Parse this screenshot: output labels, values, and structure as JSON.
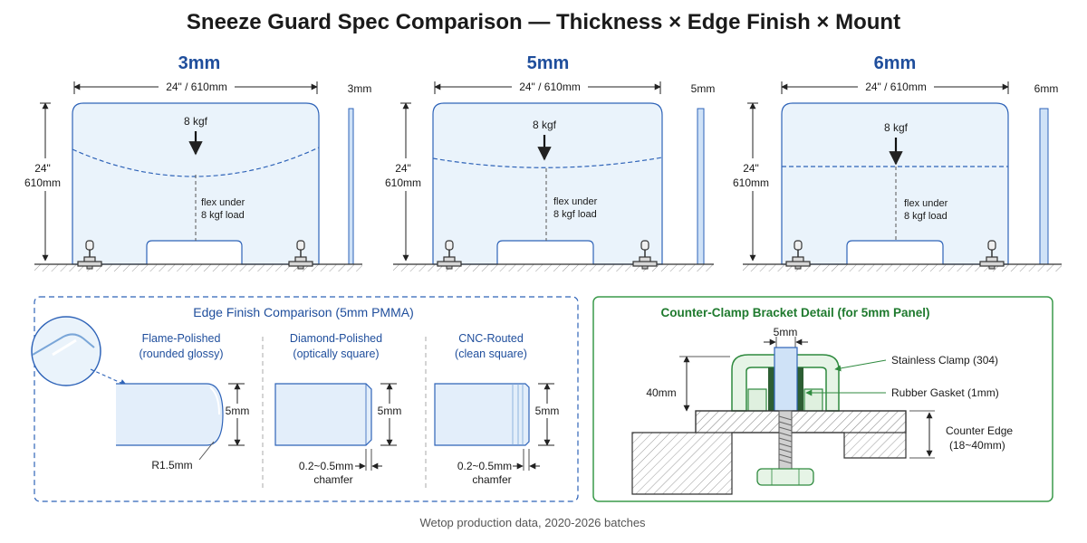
{
  "title": "Sneeze Guard Spec Comparison — Thickness × Edge Finish × Mount",
  "panels": [
    {
      "thickness": "3mm",
      "width_label": "24\" / 610mm",
      "height_label_1": "24\"",
      "height_label_2": "610mm",
      "side_label": "3mm",
      "load_label": "8 kgf",
      "flex_label_1": "flex under",
      "flex_label_2": "8 kgf load"
    },
    {
      "thickness": "5mm",
      "width_label": "24\" / 610mm",
      "height_label_1": "24\"",
      "height_label_2": "610mm",
      "side_label": "5mm",
      "load_label": "8 kgf",
      "flex_label_1": "flex under",
      "flex_label_2": "8 kgf load"
    },
    {
      "thickness": "6mm",
      "width_label": "24\" / 610mm",
      "height_label_1": "24\"",
      "height_label_2": "610mm",
      "side_label": "6mm",
      "load_label": "8 kgf",
      "flex_label_1": "flex under",
      "flex_label_2": "8 kgf load"
    }
  ],
  "edge_section": {
    "title": "Edge Finish Comparison (5mm PMMA)",
    "items": [
      {
        "name": "Flame-Polished",
        "desc": "(rounded glossy)",
        "dim": "5mm",
        "note_1": "R1.5mm",
        "note_2": ""
      },
      {
        "name": "Diamond-Polished",
        "desc": "(optically square)",
        "dim": "5mm",
        "note_1": "0.2~0.5mm",
        "note_2": "chamfer"
      },
      {
        "name": "CNC-Routed",
        "desc": "(clean square)",
        "dim": "5mm",
        "note_1": "0.2~0.5mm",
        "note_2": "chamfer"
      }
    ]
  },
  "clamp_section": {
    "title": "Counter-Clamp Bracket Detail (for 5mm Panel)",
    "panel_dim": "5mm",
    "height_dim": "40mm",
    "clamp_label": "Stainless Clamp (304)",
    "gasket_label": "Rubber Gasket (1mm)",
    "counter_label_1": "Counter Edge",
    "counter_label_2": "(18~40mm)"
  },
  "footer": "Wetop production data, 2020-2026 batches",
  "colors": {
    "accent_blue": "#1f4e9c",
    "panel_fill": "#eaf3fb",
    "panel_stroke": "#2e63b8",
    "green_frame": "#3a9a4a",
    "green_title": "#1f7a2e"
  }
}
